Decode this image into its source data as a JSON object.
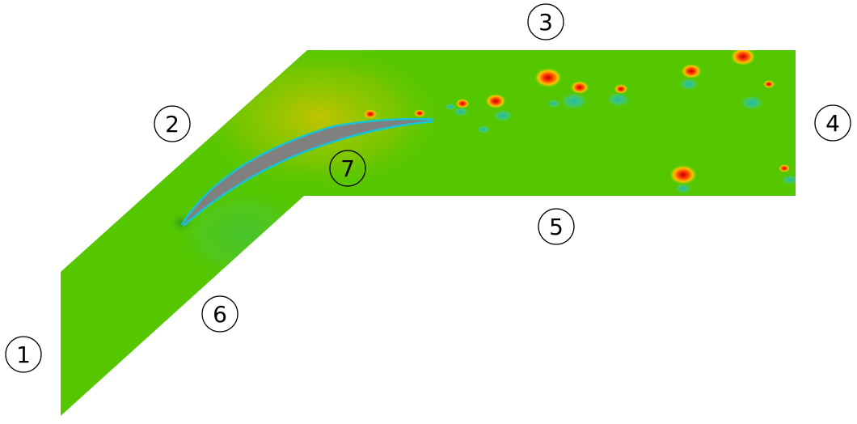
{
  "figure": {
    "labels": [
      "1",
      "2",
      "3",
      "4",
      "5",
      "6",
      "7"
    ]
  },
  "colors": {
    "field_base": "#55c700",
    "field_warm": "#c8c400",
    "hot_spot": "#e60000",
    "cold_spot": "#2fc7a0",
    "blade": "#808080",
    "blade_edge": "#16c4d6",
    "label_stroke": "#000000"
  }
}
